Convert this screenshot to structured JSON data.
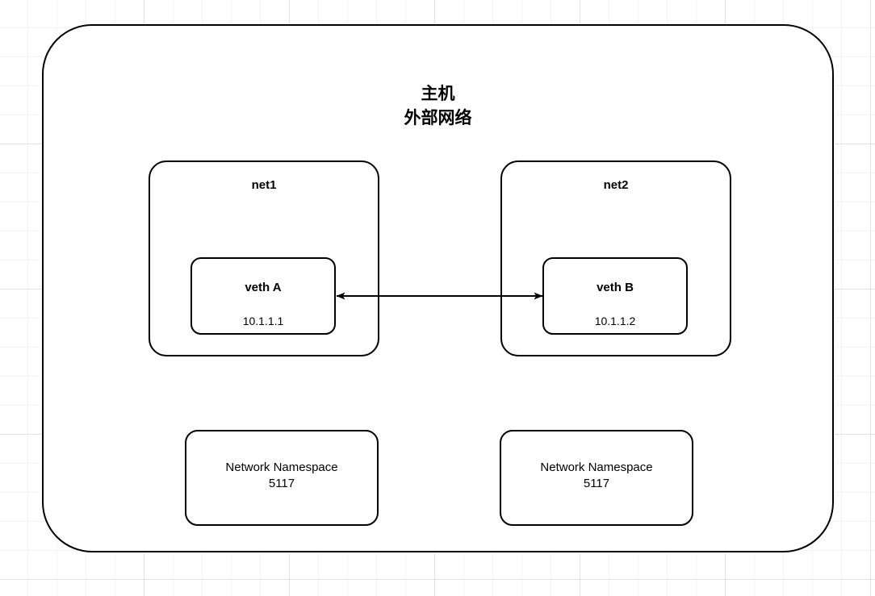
{
  "diagram": {
    "host": {
      "title": "主机\n外部网络"
    },
    "networks": [
      {
        "name": "net1",
        "veth": {
          "name": "veth A",
          "ip": "10.1.1.1"
        },
        "namespace": {
          "label": "Network Namespace\n5117"
        }
      },
      {
        "name": "net2",
        "veth": {
          "name": "veth B",
          "ip": "10.1.1.2"
        },
        "namespace": {
          "label": "Network Namespace\n5117"
        }
      }
    ],
    "link": {
      "name": "veth-pair-link",
      "style": "double-headed-arrow"
    },
    "colors": {
      "stroke": "#000000",
      "fill": "#ffffff",
      "grid_minor": "#f4f4f4",
      "grid_major": "#e2e2e2",
      "text": "#000000"
    }
  }
}
